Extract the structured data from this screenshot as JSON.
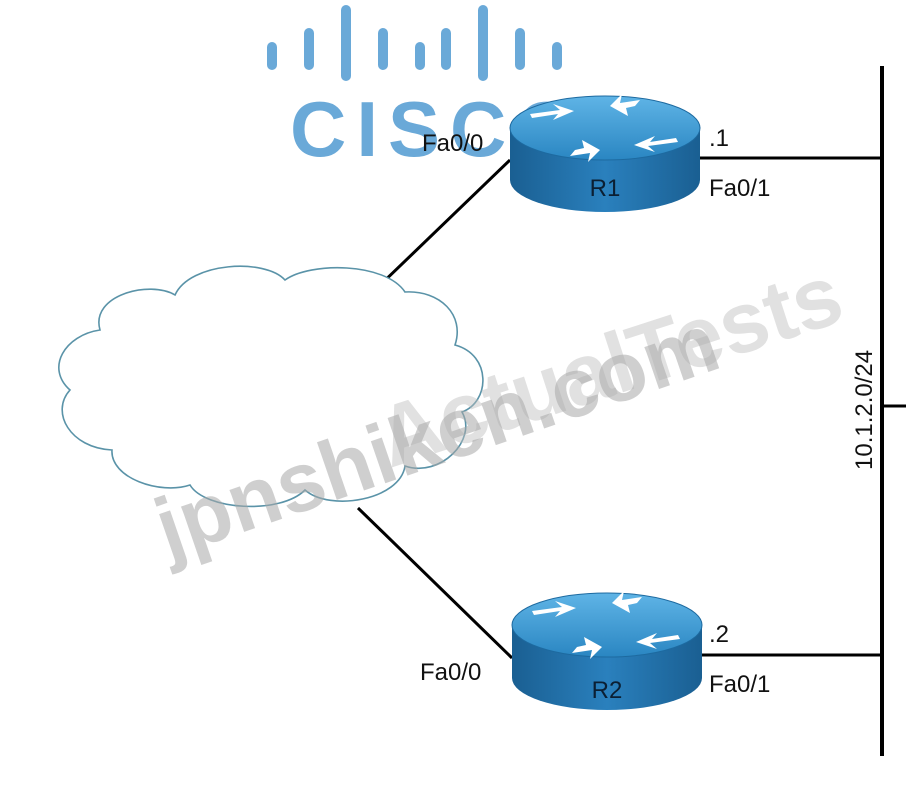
{
  "brand": {
    "logo_text": "CISCO",
    "logo_color": "#6aa9d8"
  },
  "routers": [
    {
      "name": "R1",
      "wan_interface": "Fa0/0",
      "lan_interface": "Fa0/1",
      "host_octet": ".1"
    },
    {
      "name": "R2",
      "wan_interface": "Fa0/0",
      "lan_interface": "Fa0/1",
      "host_octet": ".2"
    }
  ],
  "lan": {
    "subnet": "10.1.2.0/24"
  },
  "watermarks": [
    "jpnshiken.com",
    "ActualTests"
  ],
  "colors": {
    "router_top": "#2f8fc8",
    "router_side": "#1e6ea8",
    "line": "#000000",
    "cloud_stroke": "#5a93a8"
  }
}
